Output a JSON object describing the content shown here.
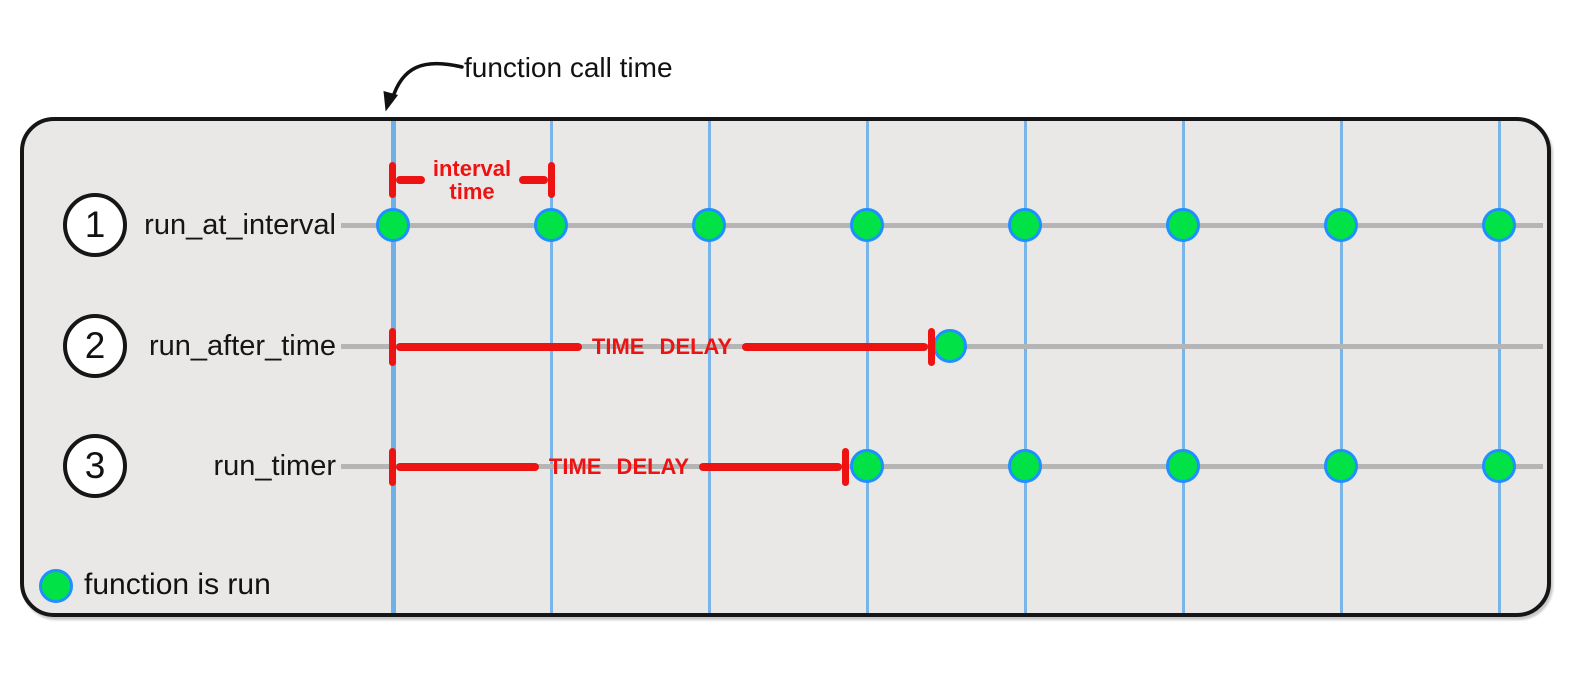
{
  "annotation": {
    "label": "function call time"
  },
  "legend": {
    "label": "function is run"
  },
  "timeline": {
    "num_vertical_lines": 8
  },
  "rows": [
    {
      "num": "1",
      "label": "run_at_interval",
      "dots_on_lines": [
        0,
        1,
        2,
        3,
        4,
        5,
        6,
        7
      ],
      "dots_at_x": []
    },
    {
      "num": "2",
      "label": "run_after_time",
      "dots_on_lines": [],
      "dots_at_x": [
        950
      ]
    },
    {
      "num": "3",
      "label": "run_timer",
      "dots_on_lines": [
        3,
        4,
        5,
        6,
        7
      ],
      "dots_at_x": []
    }
  ],
  "markers": {
    "interval": {
      "line1": "interval",
      "line2": "time"
    },
    "delay_row2": {
      "label": "TIME DELAY"
    },
    "delay_row3": {
      "label": "TIME DELAY"
    }
  },
  "colors": {
    "run_dot_green": "#00e245",
    "dot_border_blue": "#1e90ff",
    "timeline_blue": "#7ab5ea",
    "row_line_gray": "#b5b5b5",
    "marker_red": "#ee1313",
    "panel_bg": "#e9e8e6",
    "panel_border": "#161616"
  }
}
